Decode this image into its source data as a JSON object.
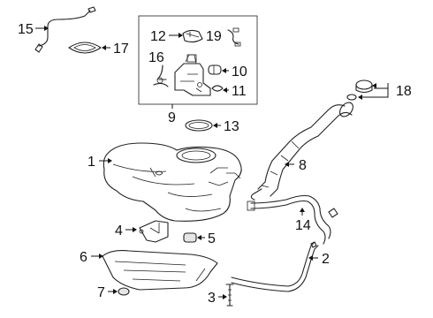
{
  "diagram": {
    "subgroup_label": "9",
    "callouts": {
      "c1": "1",
      "c2": "2",
      "c3": "3",
      "c4": "4",
      "c5": "5",
      "c6": "6",
      "c7": "7",
      "c8": "8",
      "c10": "10",
      "c11": "11",
      "c12": "12",
      "c13": "13",
      "c14": "14",
      "c15": "15",
      "c16": "16",
      "c17": "17",
      "c18": "18",
      "c19": "19"
    }
  }
}
